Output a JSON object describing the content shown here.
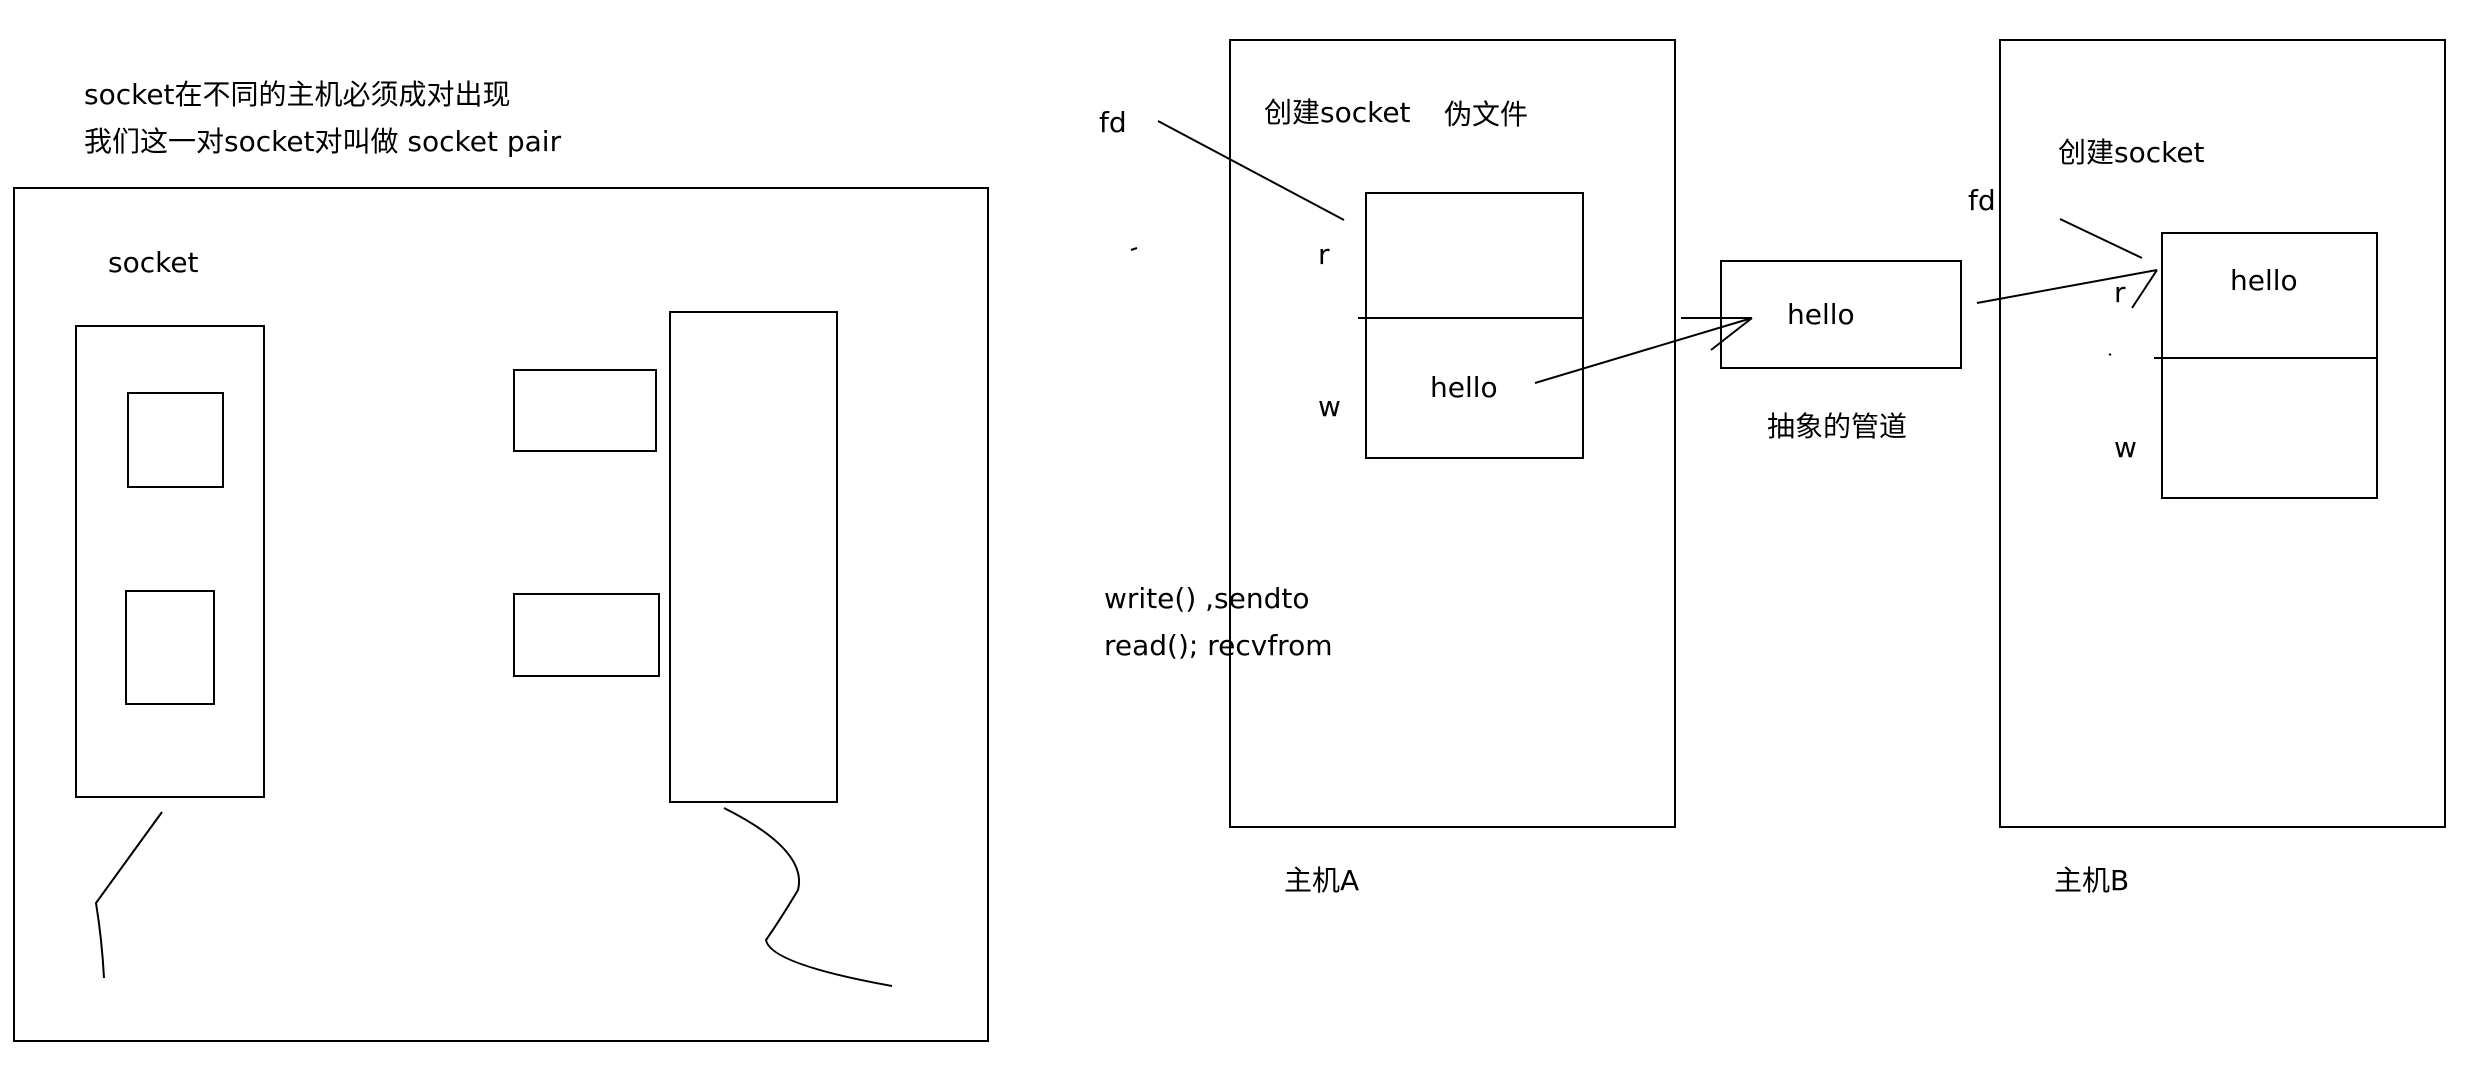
{
  "left_panel": {
    "note_line1": "socket在不同的主机必须成对出现",
    "note_line2": "我们这一对socket对叫做  socket pair",
    "socket_label": "socket"
  },
  "host_a": {
    "fd_label": "fd",
    "create_label": "创建socket",
    "pseudo_file_label": "伪文件",
    "read_label": "r",
    "write_label": "w",
    "buffer_text": "hello",
    "call_line1": "write() ,sendto",
    "call_line2": "read(); recvfrom",
    "host_name": "主机A"
  },
  "pipe": {
    "buffer_text": "hello",
    "caption": "抽象的管道"
  },
  "host_b": {
    "fd_label": "fd",
    "create_label": "创建socket",
    "read_label": "r",
    "write_label": "w",
    "buffer_text": "hello",
    "host_name": "主机B"
  }
}
